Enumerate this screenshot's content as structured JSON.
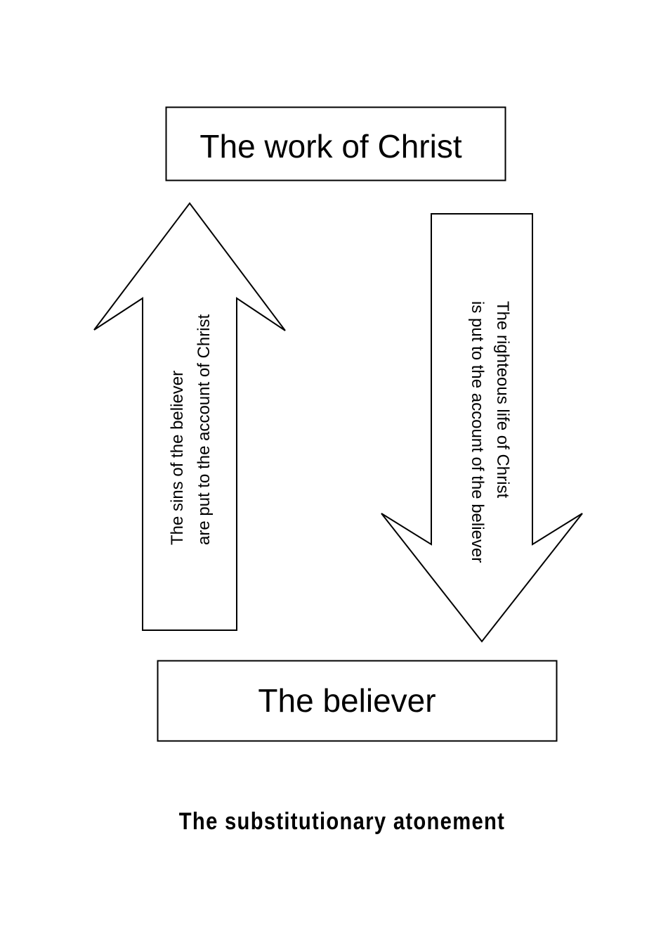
{
  "diagram": {
    "top_box": {
      "label": "The work of Christ"
    },
    "bottom_box": {
      "label": "The believer"
    },
    "up_arrow": {
      "direction": "up",
      "from": "The believer",
      "to": "The work of Christ",
      "lines": [
        "The sins of the believer",
        "are put to the account of Christ"
      ]
    },
    "down_arrow": {
      "direction": "down",
      "from": "The work of Christ",
      "to": "The believer",
      "lines": [
        "The righteous life of Christ",
        "is put to the account of the believer"
      ]
    },
    "caption": "The substitutionary atonement",
    "colors": {
      "stroke": "#000000",
      "fill": "#ffffff",
      "text": "#000000"
    }
  }
}
